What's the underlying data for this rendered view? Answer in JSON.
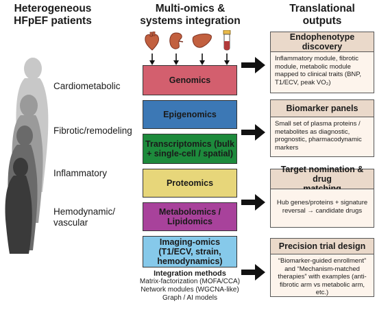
{
  "columns": {
    "patients": "Heterogeneous\nHFpEF patients",
    "integration": "Multi-omics &\nsystems integration",
    "outputs": "Translational\noutputs"
  },
  "patient_labels": [
    "Cardiometabolic",
    "Fibrotic/remodeling",
    "Inflammatory",
    "Hemodynamic/\nvascular"
  ],
  "omics_layers": [
    {
      "label": "Genomics",
      "color": "#d35f6e"
    },
    {
      "label": "Epigenomics",
      "color": "#3c78b5"
    },
    {
      "label": "Transcriptomics (bulk\n+ single-cell / spatial)",
      "color": "#1d8a3c"
    },
    {
      "label": "Proteomics",
      "color": "#e7d67a"
    },
    {
      "label": "Metabolomics /\nLipidomics",
      "color": "#a8429b"
    },
    {
      "label": "Imaging-omics\n(T1/ECV, strain,\nhemodynamics)",
      "color": "#86c9ea"
    }
  ],
  "organ_icons": [
    "heart-icon",
    "kidney-icon",
    "liver-icon",
    "blood-tube-icon"
  ],
  "integration_methods": {
    "title": "Integration methods",
    "items": [
      "Matrix-factorization (MOFA/CCA)",
      "Network modules (WGCNA-like)",
      "Graph / AI models"
    ]
  },
  "outputs": [
    {
      "title": "Endophenotype\ndiscovery",
      "body": "Inflammatory module, fibrotic module, metabolic module mapped to clinical traits (BNP, T1/ECV, peak VO₂)"
    },
    {
      "title": "Biomarker panels",
      "body": "Small set of plasma proteins / metabolites as diagnostic, prognostic, pharmacodynamic markers"
    },
    {
      "title": "Target nomination & drug\nmatching",
      "body": "Hub genes/proteins + signature reversal → candidate drugs"
    },
    {
      "title": "Precision trial design",
      "body": "“Biomarker-guided enrollment” and “Mechanism-matched therapies” with examples (anti-fibrotic arm vs metabolic arm, etc.)"
    }
  ],
  "colors": {
    "output_header": "#ead9ca",
    "output_body": "#fdf4ec",
    "arrow": "#111111",
    "organ": "#c2603f"
  }
}
